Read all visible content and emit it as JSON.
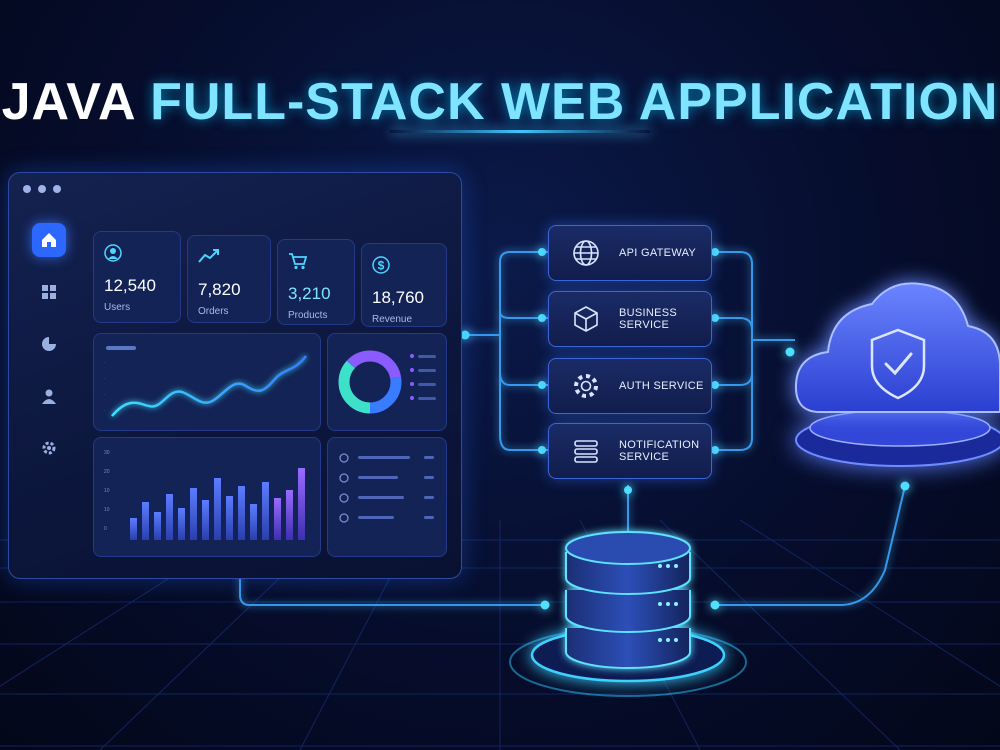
{
  "title": {
    "part1": "JAVA",
    "part2": "FULL-STACK WEB APPLICATION"
  },
  "colors": {
    "accent": "#4fd7ff",
    "primary": "#2c67ff",
    "purple": "#8a5cff"
  },
  "dashboard": {
    "sidebar": [
      {
        "icon": "home-icon"
      },
      {
        "icon": "grid-icon"
      },
      {
        "icon": "pie-chart-icon"
      },
      {
        "icon": "user-icon"
      },
      {
        "icon": "gear-icon"
      }
    ],
    "stats": [
      {
        "icon": "user-circle-icon",
        "value": "12,540",
        "label": "Users"
      },
      {
        "icon": "trend-icon",
        "value": "7,820",
        "label": "Orders"
      },
      {
        "icon": "cart-icon",
        "value": "3,210",
        "label": "Products"
      },
      {
        "icon": "dollar-icon",
        "value": "18,760",
        "label": "Revenue"
      }
    ],
    "bar_axis": [
      "30",
      "20",
      "10",
      "10",
      "0"
    ]
  },
  "services": [
    {
      "icon": "globe-icon",
      "line1": "API GATEWAY",
      "line2": ""
    },
    {
      "icon": "cube-icon",
      "line1": "BUSINESS",
      "line2": "SERVICE"
    },
    {
      "icon": "cog-icon",
      "line1": "AUTH SERVICE",
      "line2": ""
    },
    {
      "icon": "list-icon",
      "line1": "NOTIFICATION",
      "line2": "SERVICE"
    }
  ]
}
